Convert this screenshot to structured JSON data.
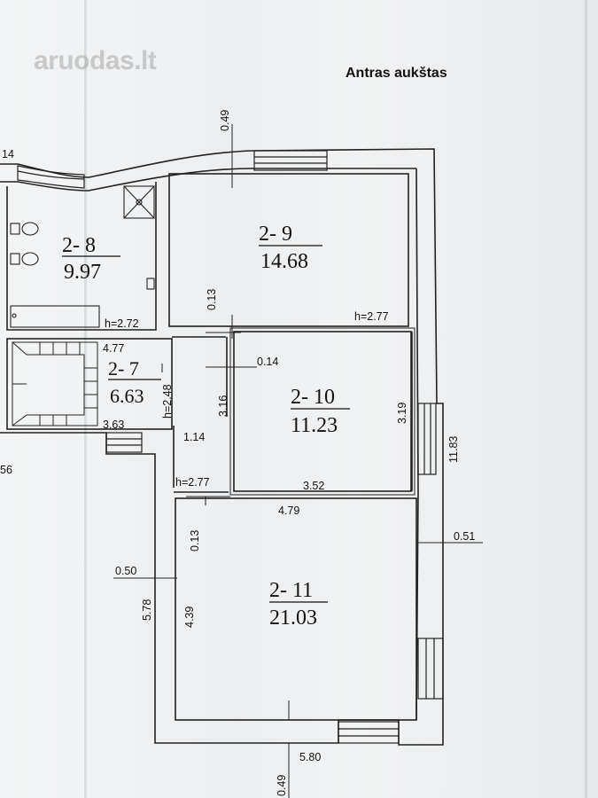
{
  "title": "Antras aukštas",
  "watermark": "aruodas.lt",
  "rooms": [
    {
      "code": "2- 8",
      "area": "9.97"
    },
    {
      "code": "2- 9",
      "area": "14.68"
    },
    {
      "code": "2- 7",
      "area": "6.63"
    },
    {
      "code": "2- 10",
      "area": "11.23"
    },
    {
      "code": "2- 11",
      "area": "21.03"
    }
  ],
  "dimensions": {
    "d049_top": "0.49",
    "d14_left": "14",
    "h272": "h=2.72",
    "h277_top": "h=2.77",
    "d477": "4.77",
    "d013_a": "0.13",
    "d014": "0.14",
    "d316": "3.16",
    "h248": "h=2.48",
    "d319": "3.19",
    "d1183": "11.83",
    "d363": "3.63",
    "d114": "1.14",
    "d56": "56",
    "h277_mid": "h=2.77",
    "d352": "3.52",
    "d479": "4.79",
    "d051": "0.51",
    "d013_b": "0.13",
    "d050": "0.50",
    "d578": "5.78",
    "d439": "4.39",
    "d580": "5.80",
    "d049_bottom": "0.49"
  }
}
